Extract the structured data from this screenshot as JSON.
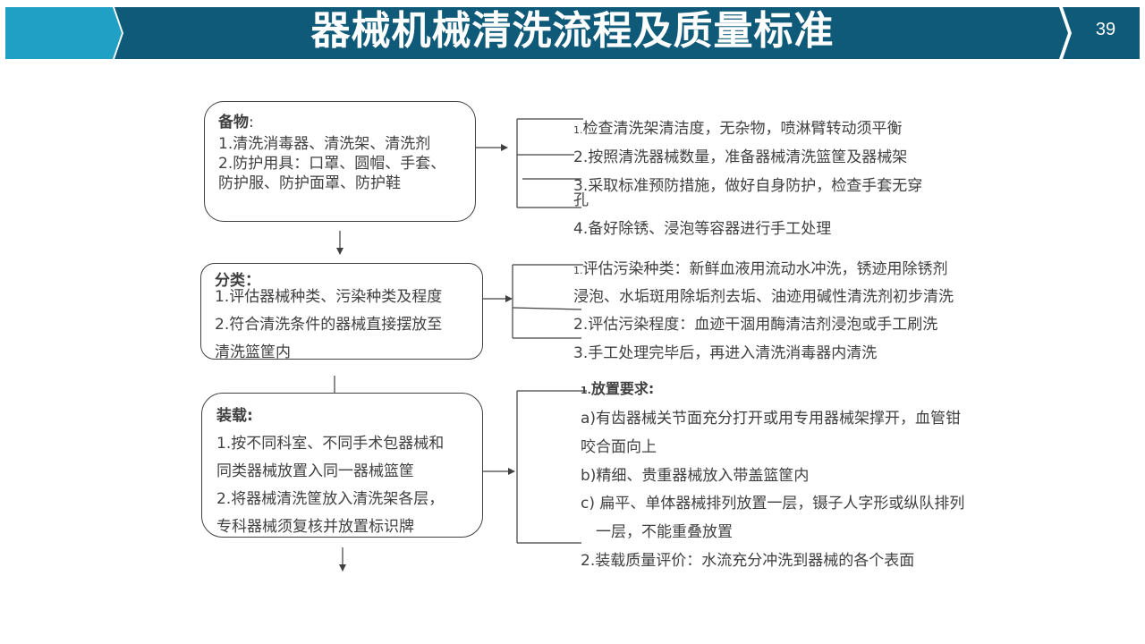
{
  "header": {
    "title": "器械机械清洗流程及质量标准",
    "page_number": "39",
    "colors": {
      "dark": "#0f5a78",
      "light": "#1fa0c4"
    }
  },
  "boxes": {
    "prep": {
      "heading": "备物",
      "colon": ":",
      "lines": [
        "1.清洗消毒器、清洗架、清洗剂",
        "2.防护用具：口罩、圆帽、手套、",
        "防护服、防护面罩、防护鞋"
      ]
    },
    "sort": {
      "heading": "分类：",
      "lines": [
        "1.评估器械种类、污染种类及程度",
        "2.符合清洗条件的器械直接摆放至",
        "清洗篮筐内"
      ]
    },
    "load": {
      "heading": "装载:",
      "lines": [
        "1.按不同科室、不同手术包器械和",
        "同类器械放置入同一器械篮筐",
        "2.将器械清洗筐放入清洗架各层，",
        "专科器械须复核并放置标识牌"
      ]
    }
  },
  "details": {
    "prep": {
      "item1_num": "1.",
      "item1_text": "检查清洗架清洁度，无杂物，喷淋臂转动须平衡",
      "item2": "2.按照清洗器械数量，准备器械清洗篮筐及器械架",
      "item3a": "3.采取标准预防措施，做好自身防护，检查手套无穿",
      "item3b": "孔",
      "item4": "4.备好除锈、浸泡等容器进行手工处理"
    },
    "sort": {
      "item1_num": "1.",
      "item1_text": "评估污染种类：新鲜血液用流动水冲洗，锈迹用除锈剂",
      "item1_cont": "浸泡、水垢斑用除垢剂去垢、油迹用碱性清洗剂初步清洗",
      "item2": "2.评估污染程度：血迹干涸用酶清洁剂浸泡或手工刷洗",
      "item3": "3.手工处理完毕后，再进入清洗消毒器内清洗"
    },
    "load": {
      "item1_num": "1.",
      "item1_text": "放置要求:",
      "a1": "a)有齿器械关节面充分打开或用专用器械架撑开，血管钳",
      "a2": "咬合面向上",
      "b": "b)精细、贵重器械放入带盖篮筐内",
      "c1": "c) 扁平、单体器械排列放置一层，镊子人字形或纵队排列",
      "c2": "一层，不能重叠放置",
      "item2": "2.装载质量评价：水流充分冲洗到器械的各个表面"
    }
  }
}
